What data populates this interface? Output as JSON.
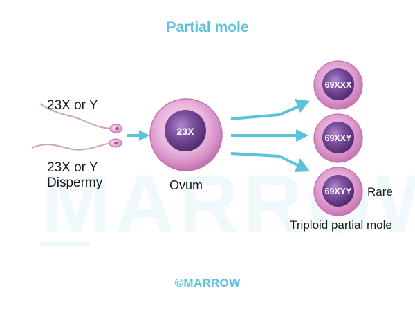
{
  "title": "Partial mole",
  "sperm_labels": {
    "top": "23X or Y",
    "bottom_line1": "23X or Y",
    "bottom_line2": "Dispermy"
  },
  "ovum": {
    "nucleus_label": "23X",
    "label": "Ovum"
  },
  "outcomes": [
    {
      "label": "69XXX"
    },
    {
      "label": "69XXY"
    },
    {
      "label": "69XYY"
    }
  ],
  "rare_label": "Rare",
  "triploid_label": "Triploid partial mole",
  "copyright": "©MARROW",
  "watermark": "MARROW",
  "colors": {
    "accent": "#5bc2dc",
    "cell_outer": "#e3a8d6",
    "nucleus": "#6a3d88",
    "arrow": "#5bc2dc"
  }
}
